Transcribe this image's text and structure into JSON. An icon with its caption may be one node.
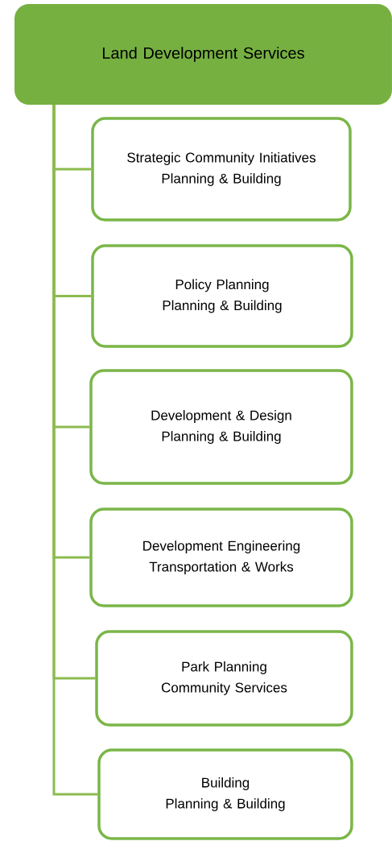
{
  "diagram": {
    "nodes": [
      {
        "text": [
          "Land Development Services"
        ]
      },
      {
        "text": [
          "Strategic Community Initiatives",
          "Planning & Building"
        ]
      },
      {
        "text": [
          "Policy Planning",
          "Planning & Building"
        ]
      },
      {
        "text": [
          "Development & Design",
          "Planning & Building"
        ]
      },
      {
        "text": [
          "Development Engineering",
          "Transportation & Works"
        ]
      },
      {
        "text": [
          "Park Planning",
          "Community Services"
        ]
      },
      {
        "text": [
          "Building",
          "Planning & Building"
        ]
      }
    ],
    "edges": [
      {
        "from": 0,
        "to": 1,
        "arrow": "none"
      },
      {
        "from": 0,
        "to": 2,
        "arrow": "none"
      },
      {
        "from": 0,
        "to": 3,
        "arrow": "none"
      },
      {
        "from": 0,
        "to": 4,
        "arrow": "none"
      },
      {
        "from": 0,
        "to": 5,
        "arrow": "none"
      },
      {
        "from": 0,
        "to": 6,
        "arrow": "none"
      }
    ]
  }
}
